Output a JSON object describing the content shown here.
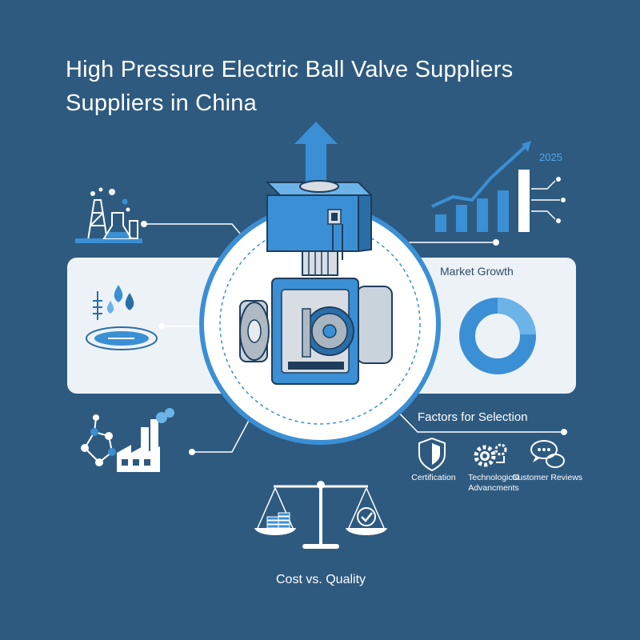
{
  "title": {
    "line1": "High Pressure Electric Ball Valve Suppliers",
    "line2": "Suppliers in China"
  },
  "market": {
    "year_label": "2025",
    "growth_label": "Market Growth"
  },
  "factors": {
    "heading": "Factors for Selection",
    "items": [
      {
        "label": "Certification",
        "icon": "shield-icon"
      },
      {
        "label": "Technological Advancments",
        "icon": "gears-icon"
      },
      {
        "label": "Customer Reviews",
        "icon": "speech-bubbles-icon"
      }
    ]
  },
  "balance": {
    "label": "Cost vs. Quality"
  },
  "colors": {
    "background": "#2e5a80",
    "accent": "#3b8fd4",
    "light_panel": "#edf2f7"
  }
}
